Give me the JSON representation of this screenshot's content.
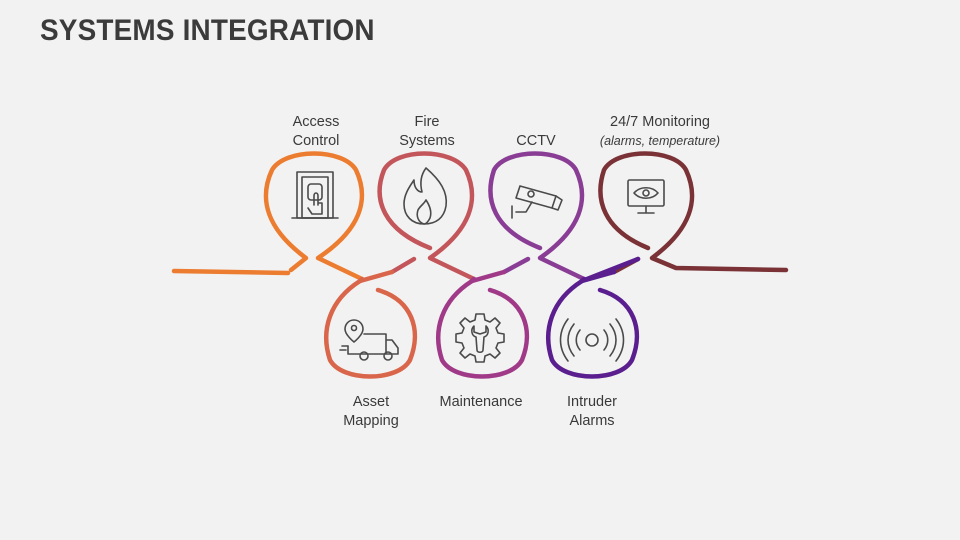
{
  "title": "SYSTEMS INTEGRATION",
  "colors": {
    "orange": "#ec7c30",
    "rose": "#c3565b",
    "purple_light": "#9a3a8e",
    "maroon": "#7a3236",
    "orange_rose": "#d9664a",
    "purple": "#8b3d9f",
    "violet": "#5a1e8f",
    "icon": "#4a4a4a"
  },
  "top_items": [
    {
      "line1": "Access",
      "line2": "Control",
      "icon": "door-access-icon"
    },
    {
      "line1": "Fire",
      "line2": "Systems",
      "icon": "flame-icon"
    },
    {
      "line1": "",
      "line2": "CCTV",
      "icon": "cctv-camera-icon"
    },
    {
      "line1": "24/7 Monitoring",
      "line2": "(alarms, temperature)",
      "icon": "monitor-eye-icon"
    }
  ],
  "bottom_items": [
    {
      "line1": "Asset",
      "line2": "Mapping",
      "icon": "location-truck-icon"
    },
    {
      "line1": "Maintenance",
      "line2": "",
      "icon": "gear-wrench-icon"
    },
    {
      "line1": "Intruder",
      "line2": "Alarms",
      "icon": "alarm-signal-icon"
    }
  ]
}
